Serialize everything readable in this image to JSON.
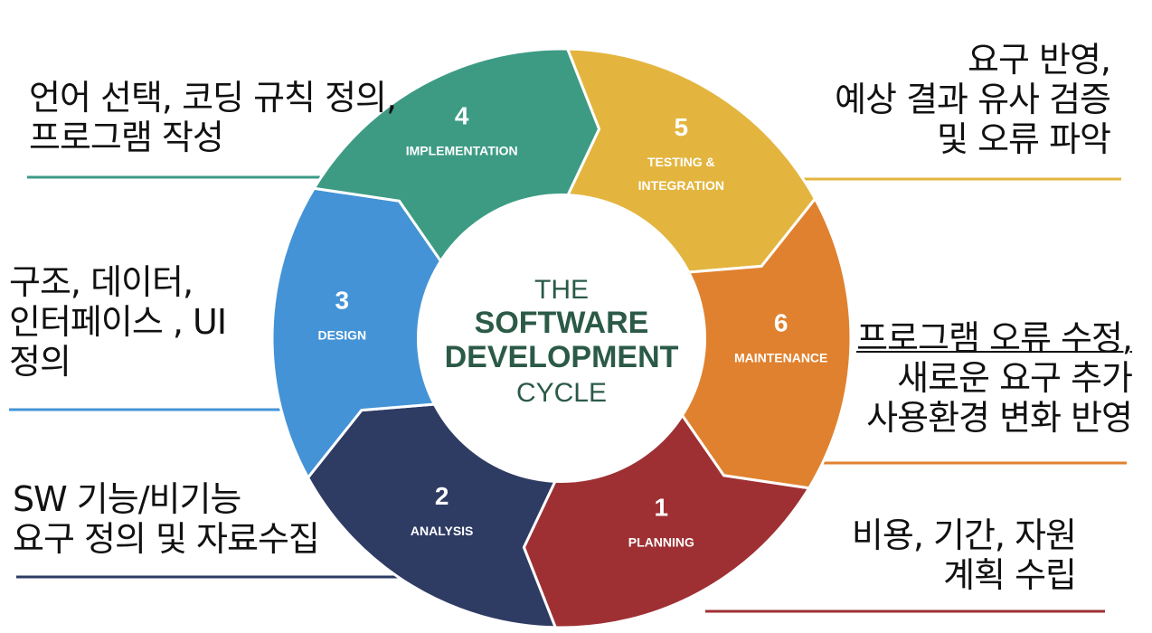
{
  "center": {
    "line1": "THE",
    "line2": "SOFTWARE",
    "line3": "DEVELOPMENT",
    "line4": "CYCLE"
  },
  "stages": [
    {
      "num": "1",
      "label1": "PLANNING",
      "label2": "",
      "color": "#9E3033"
    },
    {
      "num": "2",
      "label1": "ANALYSIS",
      "label2": "",
      "color": "#2E3B63"
    },
    {
      "num": "3",
      "label1": "DESIGN",
      "label2": "",
      "color": "#4493D6"
    },
    {
      "num": "4",
      "label1": "IMPLEMENTATION",
      "label2": "",
      "color": "#3D9B84"
    },
    {
      "num": "5",
      "label1": "TESTING &",
      "label2": "INTEGRATION",
      "color": "#E3B53F"
    },
    {
      "num": "6",
      "label1": "MAINTENANCE",
      "label2": "",
      "color": "#E0812F"
    }
  ],
  "annotations": {
    "implementation": [
      "언어 선택, 코딩 규칙 정의,",
      "프로그램 작성"
    ],
    "design": [
      "구조, 데이터,",
      "인터페이스 , UI",
      "정의"
    ],
    "analysis": [
      "SW 기능/비기능",
      "요구 정의 및 자료수집"
    ],
    "testing": [
      "요구 반영,",
      "예상 결과 유사 검증",
      "및 오류 파악"
    ],
    "maintenance": [
      "프로그램 오류 수정,",
      "새로운 요구 추가",
      "사용환경 변화 반영"
    ],
    "planning": [
      "비용, 기간, 자원",
      "계획 수립"
    ]
  },
  "colors": {
    "center_text": "#2B5A47",
    "ring_bg": "#E8E8E8",
    "stage_text": "#FFFFFF"
  }
}
